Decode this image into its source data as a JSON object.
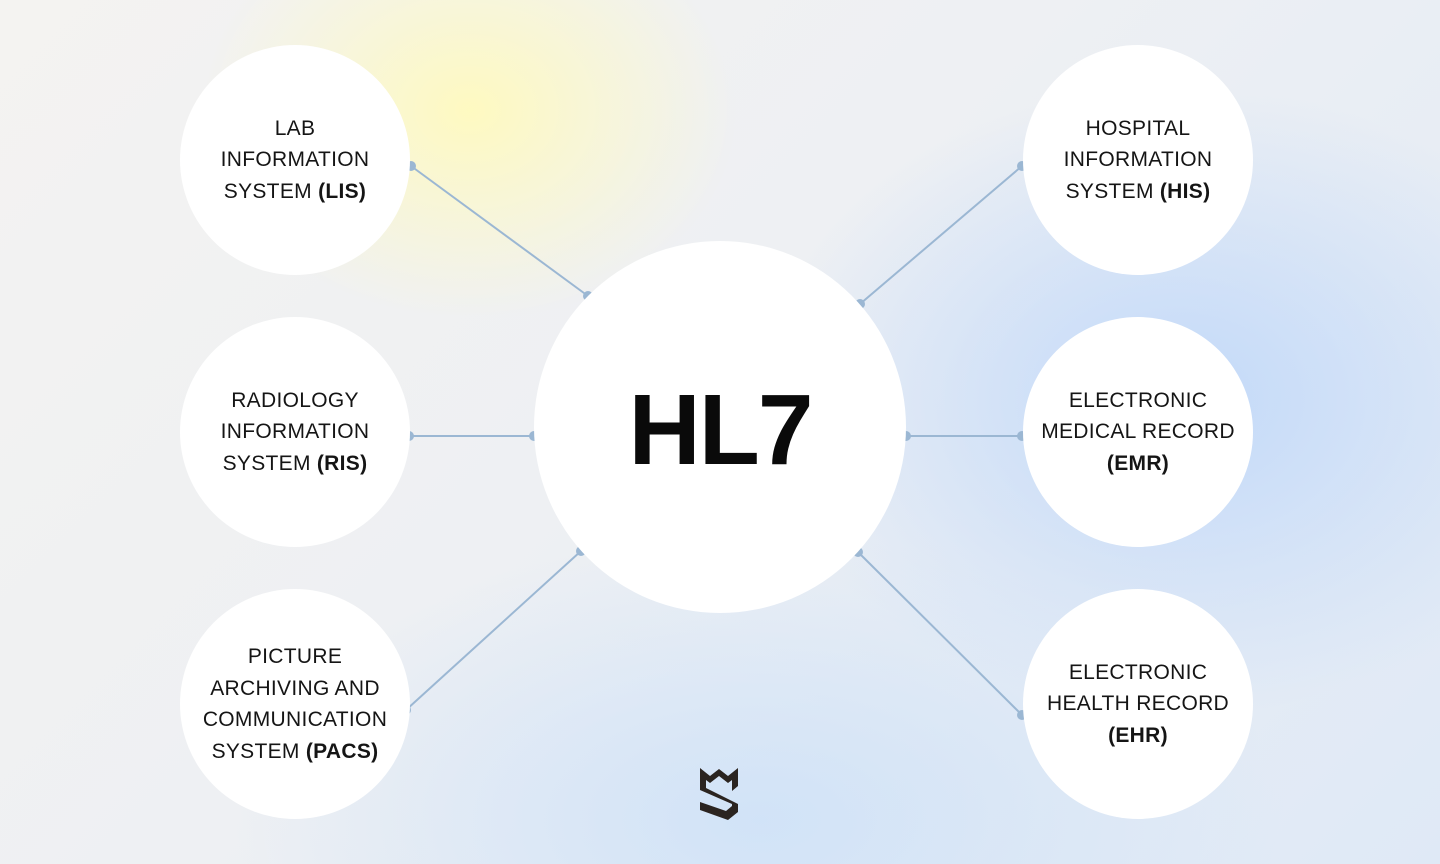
{
  "hub": {
    "label": "HL7"
  },
  "colors": {
    "connector": "#9bb7d3",
    "node_fill": "#ffffff",
    "text": "#151515",
    "logo": "#2b2420"
  },
  "nodes": [
    {
      "lines": [
        "LAB",
        "INFORMATION"
      ],
      "last": "SYSTEM",
      "abbr": "(LIS)"
    },
    {
      "lines": [
        "RADIOLOGY",
        "INFORMATION"
      ],
      "last": "SYSTEM",
      "abbr": "(RIS)"
    },
    {
      "lines": [
        "PICTURE",
        "ARCHIVING AND",
        "COMMUNICATION"
      ],
      "last": "SYSTEM",
      "abbr": "(PACS)"
    },
    {
      "lines": [
        "HOSPITAL",
        "INFORMATION"
      ],
      "last": "SYSTEM",
      "abbr": "(HIS)"
    },
    {
      "lines": [
        "ELECTRONIC",
        "MEDICAL RECORD"
      ],
      "last": "",
      "abbr": "(EMR)"
    },
    {
      "lines": [
        "ELECTRONIC",
        "HEALTH RECORD"
      ],
      "last": "",
      "abbr": "(EHR)"
    }
  ],
  "logo": {
    "icon": "company-logo-icon"
  }
}
